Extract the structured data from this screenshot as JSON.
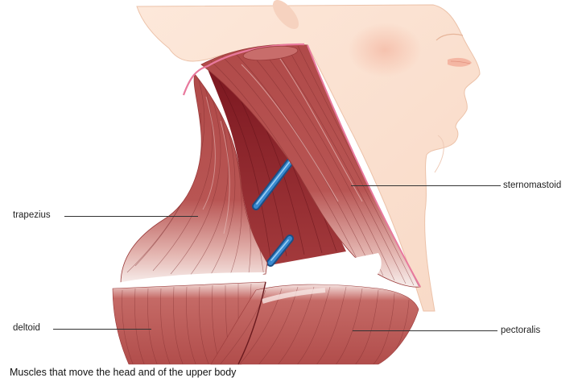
{
  "figure": {
    "labels": {
      "trapezius": "trapezius",
      "deltoid": "deltoid",
      "sternomastoid": "sternomastoid",
      "pectoralis": "pectoralis"
    },
    "caption": "Muscles that move the head and of the upper body"
  },
  "colors": {
    "skin": "#fbe3d4",
    "skin_outline": "#e6b59a",
    "muscle": "#b8504e",
    "muscle_dark": "#8a1f25",
    "muscle_light": "#e7b9b4",
    "vessel": "#2f7bbf",
    "tendon": "#ffffff",
    "cut_edge": "#e8799d"
  }
}
